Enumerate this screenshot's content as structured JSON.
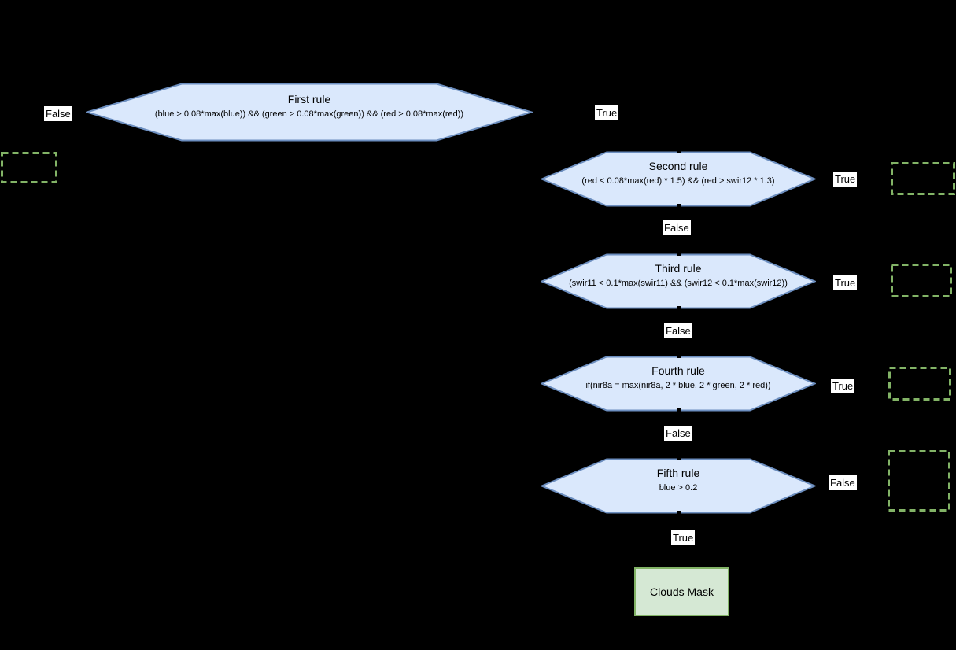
{
  "diagram": {
    "background_color": "#000000",
    "node_fill_color": "#dae8fc",
    "node_stroke_color": "#6c8ebf",
    "green_stroke_color": "#82b366",
    "terminal_fill_color": "#d5e8d4",
    "edge_label_bg_color": "#ffffff",
    "nodes": [
      {
        "id": "first-rule",
        "title": "First rule",
        "condition": "(blue > 0.08*max(blue)) && (green > 0.08*max(green)) && (red > 0.08*max(red))"
      },
      {
        "id": "second-rule",
        "title": "Second rule",
        "condition": "(red < 0.08*max(red) * 1.5) && (red > swir12 * 1.3)"
      },
      {
        "id": "third-rule",
        "title": "Third rule",
        "condition": "(swir11 < 0.1*max(swir11) && (swir12 < 0.1*max(swir12))"
      },
      {
        "id": "fourth-rule",
        "title": "Fourth rule",
        "condition": "if(nir8a = max(nir8a, 2 * blue, 2 * green, 2 * red))"
      },
      {
        "id": "fifth-rule",
        "title": "Fifth rule",
        "condition": "blue > 0.2"
      }
    ],
    "edge_labels": [
      {
        "edge": "first-rule-false",
        "text": "False"
      },
      {
        "edge": "first-rule-true",
        "text": "True"
      },
      {
        "edge": "second-rule-true",
        "text": "True"
      },
      {
        "edge": "second-rule-false",
        "text": "False"
      },
      {
        "edge": "third-rule-true",
        "text": "True"
      },
      {
        "edge": "third-rule-false",
        "text": "False"
      },
      {
        "edge": "fourth-rule-true",
        "text": "True"
      },
      {
        "edge": "fourth-rule-false",
        "text": "False"
      },
      {
        "edge": "fifth-rule-false",
        "text": "False"
      },
      {
        "edge": "fifth-rule-true",
        "text": "True"
      }
    ],
    "terminal": {
      "label": "Clouds Mask"
    }
  }
}
